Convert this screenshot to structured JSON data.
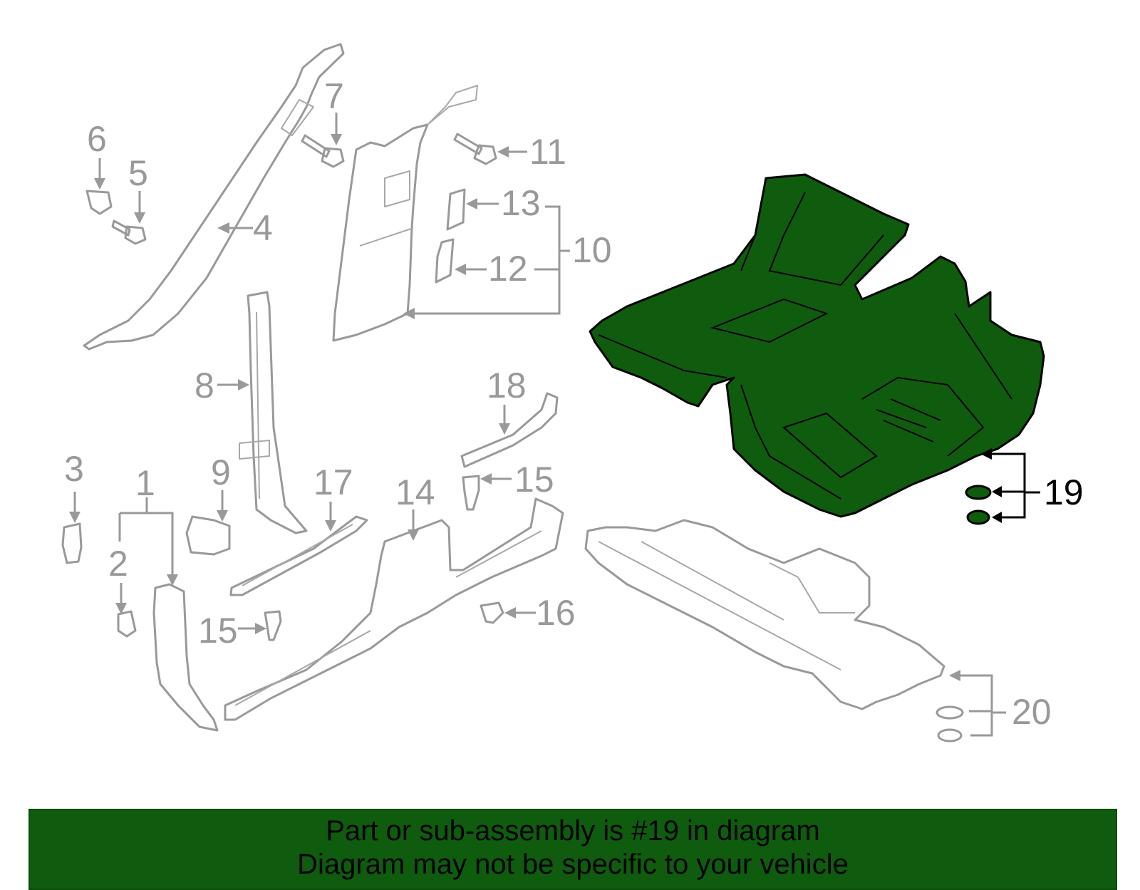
{
  "callouts": {
    "c1": "1",
    "c2": "2",
    "c3": "3",
    "c4": "4",
    "c5": "5",
    "c6": "6",
    "c7": "7",
    "c8": "8",
    "c9": "9",
    "c10": "10",
    "c11": "11",
    "c12": "12",
    "c13": "13",
    "c14": "14",
    "c15a": "15",
    "c15b": "15",
    "c16": "16",
    "c17": "17",
    "c18": "18",
    "c19": "19",
    "c20": "20"
  },
  "highlight": {
    "part": "19",
    "color": "#0f5c0f"
  },
  "banner": {
    "line1": "Part or sub-assembly is #19 in diagram",
    "line2": "Diagram may not be specific to your vehicle"
  }
}
